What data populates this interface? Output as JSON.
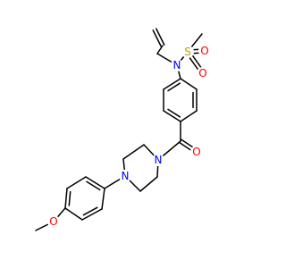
{
  "molecule": {
    "atoms": [
      {
        "id": "N_sulf",
        "symbol": "N",
        "color": "#0000ff"
      },
      {
        "id": "S",
        "symbol": "S",
        "color": "#b8a000"
      },
      {
        "id": "O_s1",
        "symbol": "O",
        "color": "#ff0000"
      },
      {
        "id": "O_s2",
        "symbol": "O",
        "color": "#ff0000"
      },
      {
        "id": "O_carbonyl",
        "symbol": "O",
        "color": "#ff0000"
      },
      {
        "id": "N_pip_a",
        "symbol": "N",
        "color": "#0000ff"
      },
      {
        "id": "N_pip_b",
        "symbol": "N",
        "color": "#0000ff"
      },
      {
        "id": "O_methoxy",
        "symbol": "O",
        "color": "#ff0000"
      }
    ]
  }
}
